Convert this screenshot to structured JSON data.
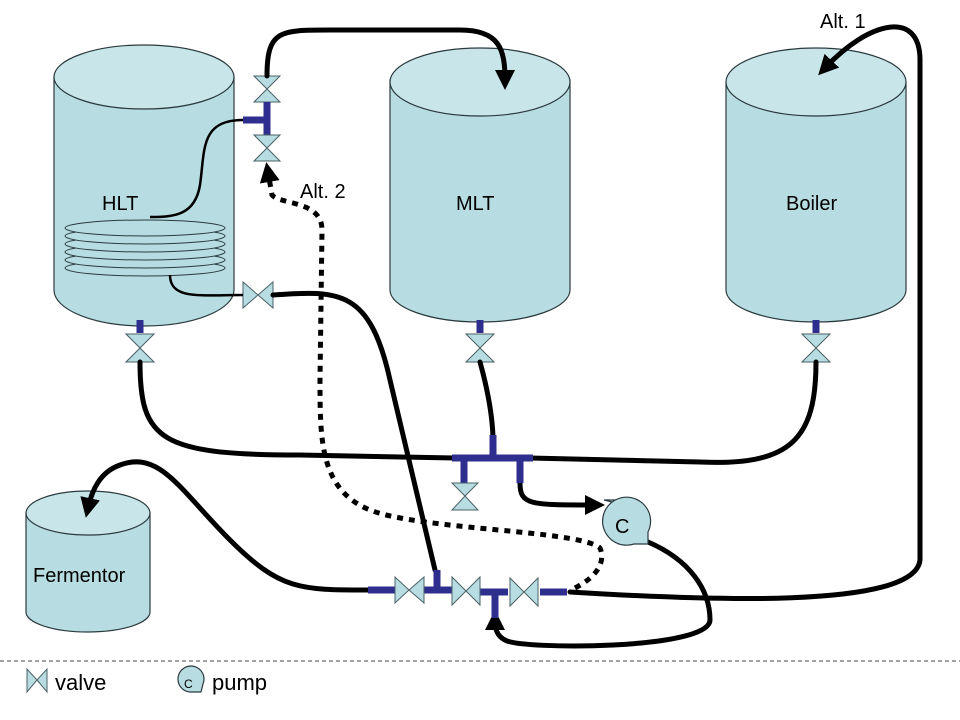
{
  "tanks": {
    "hlt": {
      "label": "HLT"
    },
    "mlt": {
      "label": "MLT"
    },
    "boiler": {
      "label": "Boiler"
    },
    "fermentor": {
      "label": "Fermentor"
    }
  },
  "annotations": {
    "alt1": "Alt. 1",
    "alt2": "Alt. 2"
  },
  "pump": {
    "symbol": "C"
  },
  "legend": {
    "valve_label": "valve",
    "pump_label": "pump",
    "pump_symbol": "C"
  },
  "colors": {
    "tank_fill": "#b7dde2",
    "pipe_fitting": "#2e2e8f",
    "hose": "#000000"
  }
}
